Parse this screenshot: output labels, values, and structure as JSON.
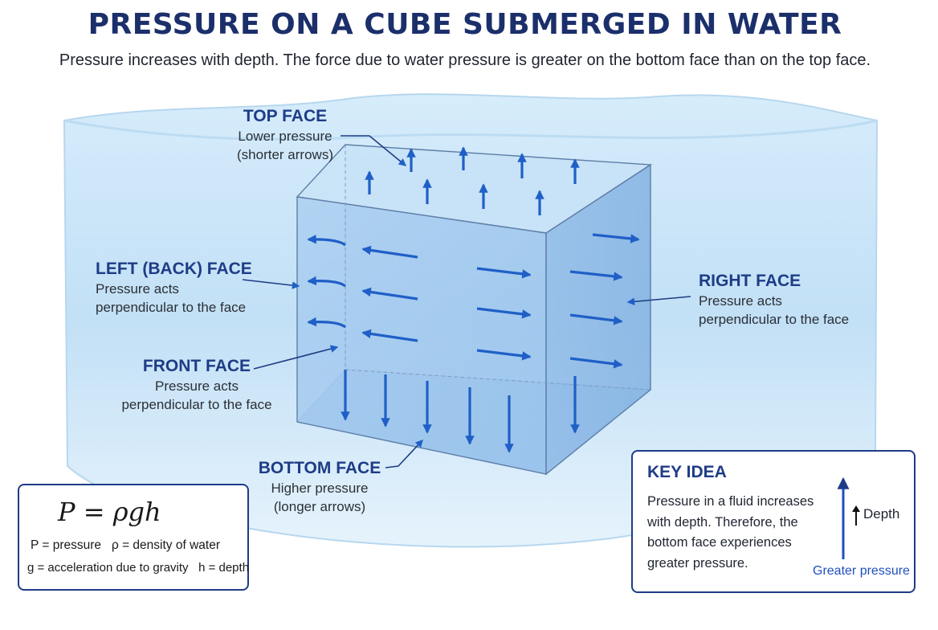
{
  "title": "PRESSURE ON A CUBE SUBMERGED IN WATER",
  "subtitle": "Pressure increases with depth. The force due to water pressure is greater on the bottom face than on the top face.",
  "labels": {
    "top": {
      "heading": "TOP FACE",
      "line1": "Lower pressure",
      "line2": "(shorter arrows)"
    },
    "left": {
      "heading": "LEFT (BACK) FACE",
      "line1": "Pressure acts",
      "line2": "perpendicular to the face"
    },
    "front": {
      "heading": "FRONT FACE",
      "line1": "Pressure acts",
      "line2": "perpendicular to the face"
    },
    "right": {
      "heading": "RIGHT FACE",
      "line1": "Pressure acts",
      "line2": "perpendicular to the face"
    },
    "bottom": {
      "heading": "BOTTOM FACE",
      "line1": "Higher pressure",
      "line2": "(longer arrows)"
    }
  },
  "formula": {
    "equation": "P = ρgh",
    "def1a": "P = pressure",
    "def1b": "ρ = density of water",
    "def2a": "g = acceleration due to gravity",
    "def2b": "h = depth"
  },
  "key_idea": {
    "title": "KEY IDEA",
    "text": "Pressure in a fluid increases with depth. Therefore, the bottom face experiences greater pressure.",
    "depth_label": "Depth",
    "greater_label": "Greater pressure"
  },
  "colors": {
    "title": "#1b2f6b",
    "accent": "#1e3c86",
    "arrow": "#1f5fc7",
    "water": "#cfe6f7",
    "cube_edge": "#5f7fa8"
  }
}
